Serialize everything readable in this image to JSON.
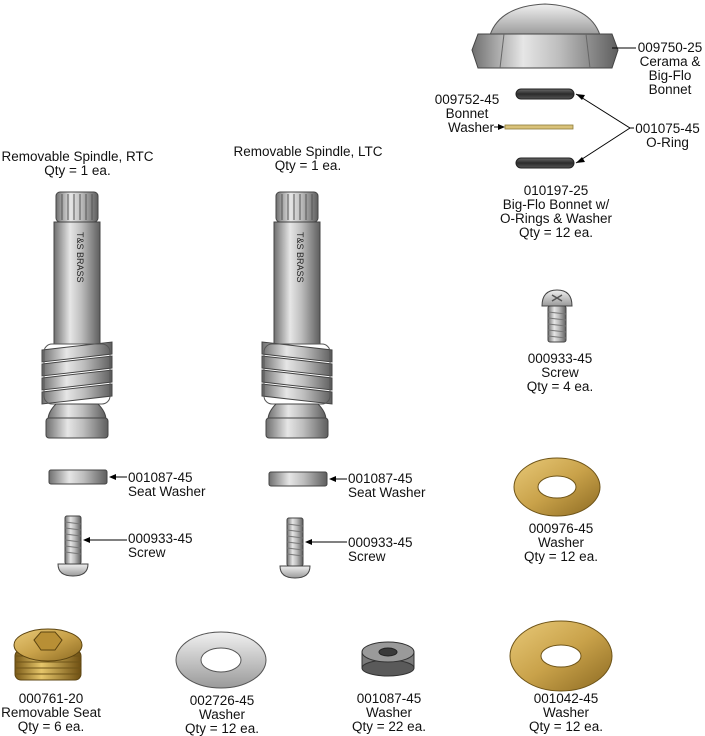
{
  "spindle_rtc": {
    "name": "Removable Spindle, RTC",
    "qty": "Qty = 1 ea.",
    "brand": "T&S BRASS"
  },
  "spindle_ltc": {
    "name": "Removable Spindle, LTC",
    "qty": "Qty = 1 ea.",
    "brand": "T&S BRASS"
  },
  "bonnet": {
    "part": "009750-25",
    "line1": "Cerama &",
    "line2": "Big-Flo",
    "line3": "Bonnet"
  },
  "bonnet_washer": {
    "part": "009752-45",
    "line1": "Bonnet",
    "line2": "Washer"
  },
  "oring": {
    "part": "001075-45",
    "line1": "O-Ring"
  },
  "bigflo_kit": {
    "part": "010197-25",
    "line1": "Big-Flo Bonnet w/",
    "line2": "O-Rings & Washer",
    "qty": "Qty = 12 ea."
  },
  "screw_kit": {
    "part": "000933-45",
    "name": "Screw",
    "qty": "Qty = 4 ea."
  },
  "seat_washer_rtc": {
    "part": "001087-45",
    "name": "Seat Washer"
  },
  "seat_washer_ltc": {
    "part": "001087-45",
    "name": "Seat Washer"
  },
  "screw_rtc": {
    "part": "000933-45",
    "name": "Screw"
  },
  "screw_ltc": {
    "part": "000933-45",
    "name": "Screw"
  },
  "washer_976": {
    "part": "000976-45",
    "name": "Washer",
    "qty": "Qty = 12 ea."
  },
  "removable_seat": {
    "part": "000761-20",
    "name": "Removable Seat",
    "qty": "Qty = 6 ea."
  },
  "washer_2726": {
    "part": "002726-45",
    "name": "Washer",
    "qty": "Qty = 12 ea."
  },
  "washer_1087": {
    "part": "001087-45",
    "name": "Washer",
    "qty": "Qty = 22 ea."
  },
  "washer_1042": {
    "part": "001042-45",
    "name": "Washer",
    "qty": "Qty = 12 ea."
  },
  "colors": {
    "metal": "#b8b8b8",
    "brass": "#c9a24a",
    "rubber": "#3a3a3a",
    "leader": "#000000"
  }
}
